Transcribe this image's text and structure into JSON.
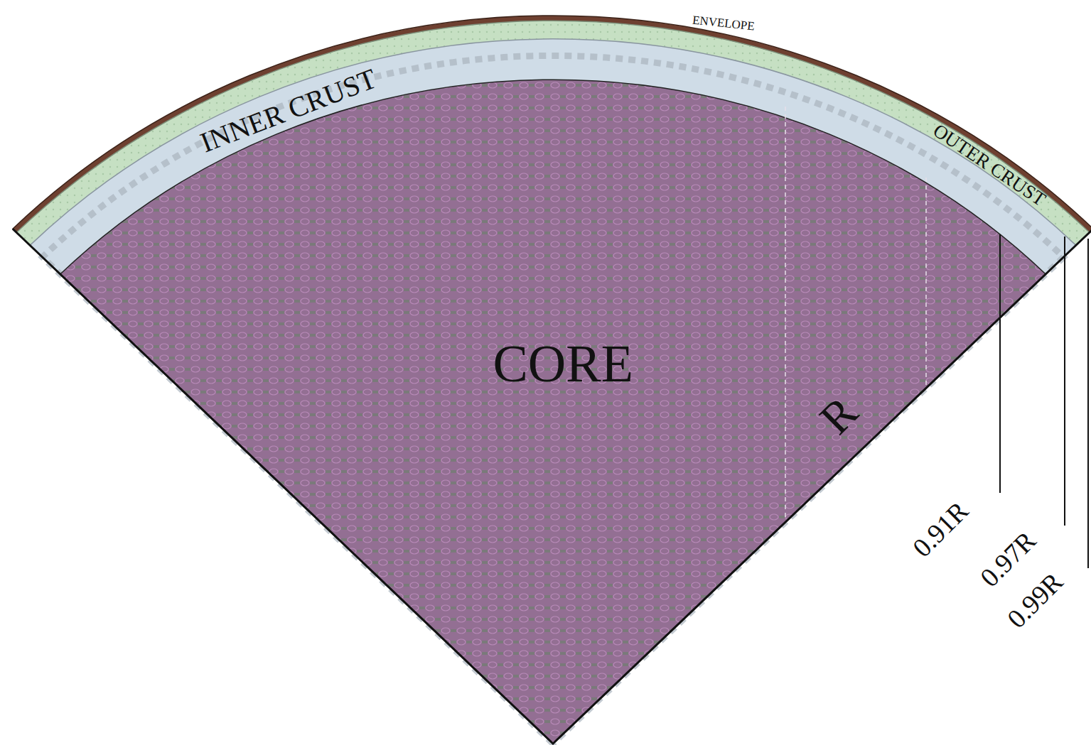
{
  "diagram": {
    "nodes": [
      {
        "text": [
          "ENVELOPE"
        ]
      },
      {
        "text": [
          "OUTER CRUST"
        ]
      },
      {
        "text": [
          "INNER CRUST"
        ]
      },
      {
        "text": [
          "CORE"
        ]
      }
    ],
    "labels": [
      "R",
      "0.91R",
      "0.97R",
      "0.99R"
    ]
  }
}
